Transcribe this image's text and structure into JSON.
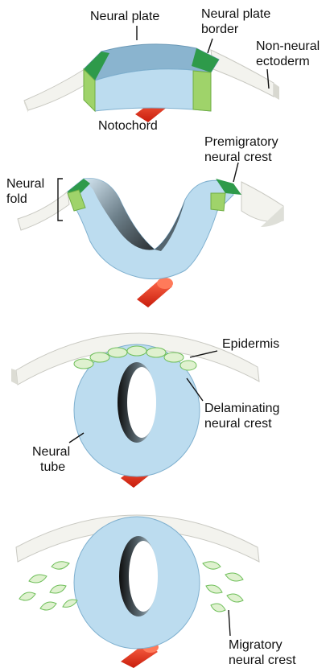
{
  "diagram": {
    "stage1": {
      "labels": {
        "neural_plate": "Neural plate",
        "neural_plate_border_1": "Neural plate",
        "neural_plate_border_2": "border",
        "non_neural_1": "Non-neural",
        "non_neural_2": "ectoderm",
        "notochord": "Notochord"
      }
    },
    "stage2": {
      "labels": {
        "neural_fold_1": "Neural",
        "neural_fold_2": "fold",
        "premigratory_1": "Premigratory",
        "premigratory_2": "neural crest"
      }
    },
    "stage3": {
      "labels": {
        "epidermis": "Epidermis",
        "delaminating_1": "Delaminating",
        "delaminating_2": "neural crest",
        "neural_tube_1": "Neural",
        "neural_tube_2": "tube"
      }
    },
    "stage4": {
      "labels": {
        "migratory_1": "Migratory",
        "migratory_2": "neural crest"
      }
    }
  },
  "colors": {
    "neural_tissue": "#bcdcef",
    "neural_tissue_edge": "#7fb0cf",
    "border_green": "#2e9a4a",
    "border_light_green": "#9fd36a",
    "ectoderm": "#efefe9",
    "notochord": "#e8321e",
    "crest_cells": "#6fbf5a"
  }
}
